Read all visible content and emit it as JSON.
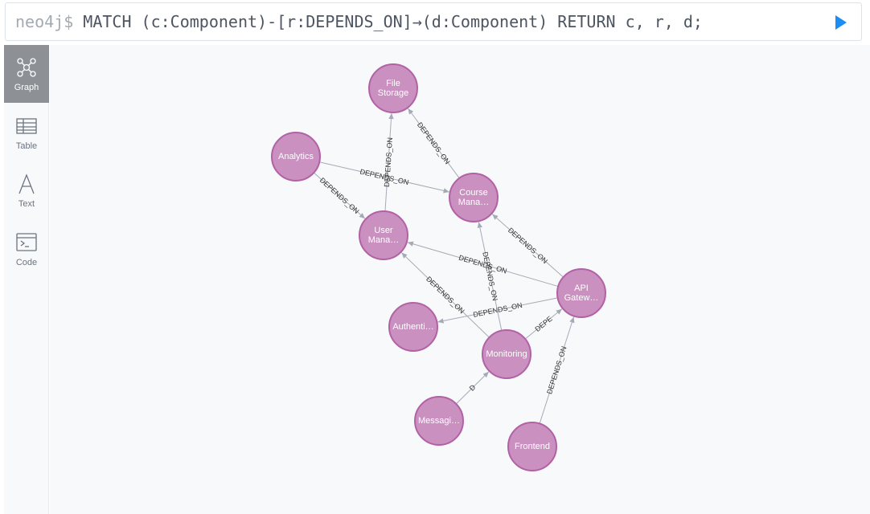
{
  "query": {
    "prompt": "neo4j$",
    "text": "MATCH (c:Component)-[r:DEPENDS_ON]→(d:Component) RETURN c, r, d;",
    "run_icon": "play-icon",
    "accent_color": "#1a8ef5"
  },
  "sidebar": {
    "items": [
      {
        "id": "graph",
        "label": "Graph",
        "icon": "graph-icon",
        "active": true
      },
      {
        "id": "table",
        "label": "Table",
        "icon": "table-icon",
        "active": false
      },
      {
        "id": "text",
        "label": "Text",
        "icon": "text-icon",
        "active": false
      },
      {
        "id": "code",
        "label": "Code",
        "icon": "code-icon",
        "active": false
      }
    ]
  },
  "graph": {
    "node_color": "#c990c0",
    "node_border_color": "#b261a5",
    "edge_color": "#a5abb6",
    "nodes": [
      {
        "id": "file_storage",
        "caption": [
          "File",
          "Storage"
        ]
      },
      {
        "id": "analytics",
        "caption": [
          "Analytics"
        ]
      },
      {
        "id": "course_mgmt",
        "caption": [
          "Course",
          "Mana…"
        ]
      },
      {
        "id": "user_mgmt",
        "caption": [
          "User",
          "Mana…"
        ]
      },
      {
        "id": "api_gateway",
        "caption": [
          "API",
          "Gatew…"
        ]
      },
      {
        "id": "authentication",
        "caption": [
          "Authenti…"
        ]
      },
      {
        "id": "monitoring",
        "caption": [
          "Monitoring"
        ]
      },
      {
        "id": "messaging",
        "caption": [
          "Messagi…"
        ]
      },
      {
        "id": "frontend",
        "caption": [
          "Frontend"
        ]
      }
    ],
    "relationships": [
      {
        "from": "course_mgmt",
        "to": "file_storage",
        "label": "DEPENDS_ON"
      },
      {
        "from": "user_mgmt",
        "to": "file_storage",
        "label": "DEPENDS_ON"
      },
      {
        "from": "analytics",
        "to": "course_mgmt",
        "label": "DEPENDS_ON"
      },
      {
        "from": "analytics",
        "to": "user_mgmt",
        "label": "DEPENDS_ON"
      },
      {
        "from": "api_gateway",
        "to": "course_mgmt",
        "label": "DEPENDS_ON"
      },
      {
        "from": "api_gateway",
        "to": "user_mgmt",
        "label": "DEPENDS_ON"
      },
      {
        "from": "api_gateway",
        "to": "authentication",
        "label": "DEPENDS_ON"
      },
      {
        "from": "monitoring",
        "to": "course_mgmt",
        "label": "DEPENDS_ON"
      },
      {
        "from": "monitoring",
        "to": "user_mgmt",
        "label": "DEPENDS_ON"
      },
      {
        "from": "monitoring",
        "to": "api_gateway",
        "label": "DEPE"
      },
      {
        "from": "messaging",
        "to": "monitoring",
        "label": "D"
      },
      {
        "from": "frontend",
        "to": "api_gateway",
        "label": "DEPENDS_ON"
      }
    ]
  }
}
